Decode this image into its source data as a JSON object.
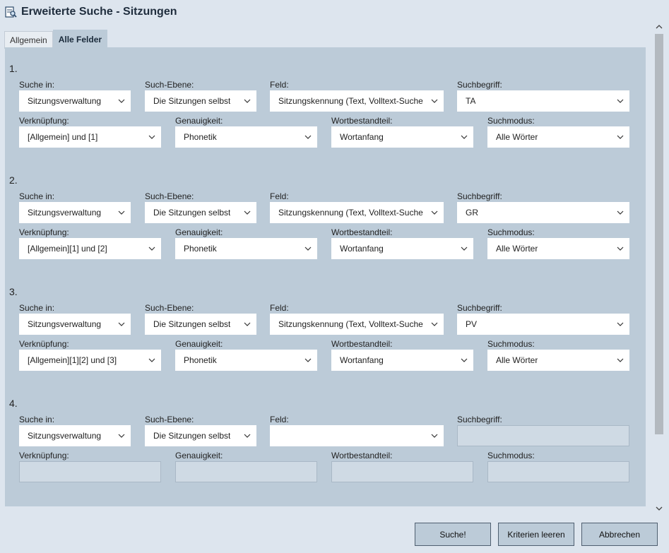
{
  "window": {
    "title": "Erweiterte Suche - Sitzungen",
    "icon": "document-search-icon"
  },
  "tabs": [
    {
      "label": "Allgemein",
      "active": false
    },
    {
      "label": "Alle Felder",
      "active": true
    }
  ],
  "labels": {
    "suche_in": "Suche in:",
    "such_ebene": "Such-Ebene:",
    "feld": "Feld:",
    "suchbegriff": "Suchbegriff:",
    "verknuepfung": "Verknüpfung:",
    "genauigkeit": "Genauigkeit:",
    "wortbestandteil": "Wortbestandteil:",
    "suchmodus": "Suchmodus:"
  },
  "criteria": [
    {
      "number": "1.",
      "suche_in": "Sitzungsverwaltung",
      "such_ebene": "Die Sitzungen selbst",
      "feld": "Sitzungskennung (Text, Volltext-Suche",
      "suchbegriff": "TA",
      "verknuepfung": "[Allgemein] und [1]",
      "genauigkeit": "Phonetik",
      "wortbestandteil": "Wortanfang",
      "suchmodus": "Alle Wörter"
    },
    {
      "number": "2.",
      "suche_in": "Sitzungsverwaltung",
      "such_ebene": "Die Sitzungen selbst",
      "feld": "Sitzungskennung (Text, Volltext-Suche",
      "suchbegriff": "GR",
      "verknuepfung": "[Allgemein][1] und [2]",
      "genauigkeit": "Phonetik",
      "wortbestandteil": "Wortanfang",
      "suchmodus": "Alle Wörter"
    },
    {
      "number": "3.",
      "suche_in": "Sitzungsverwaltung",
      "such_ebene": "Die Sitzungen selbst",
      "feld": "Sitzungskennung (Text, Volltext-Suche",
      "suchbegriff": "PV",
      "verknuepfung": "[Allgemein][1][2] und [3]",
      "genauigkeit": "Phonetik",
      "wortbestandteil": "Wortanfang",
      "suchmodus": "Alle Wörter"
    },
    {
      "number": "4.",
      "suche_in": "Sitzungsverwaltung",
      "such_ebene": "Die Sitzungen selbst",
      "feld": "",
      "suchbegriff": "",
      "verknuepfung": "",
      "genauigkeit": "",
      "wortbestandteil": "",
      "suchmodus": ""
    }
  ],
  "buttons": {
    "search": "Suche!",
    "clear": "Kriterien leeren",
    "cancel": "Abbrechen"
  }
}
